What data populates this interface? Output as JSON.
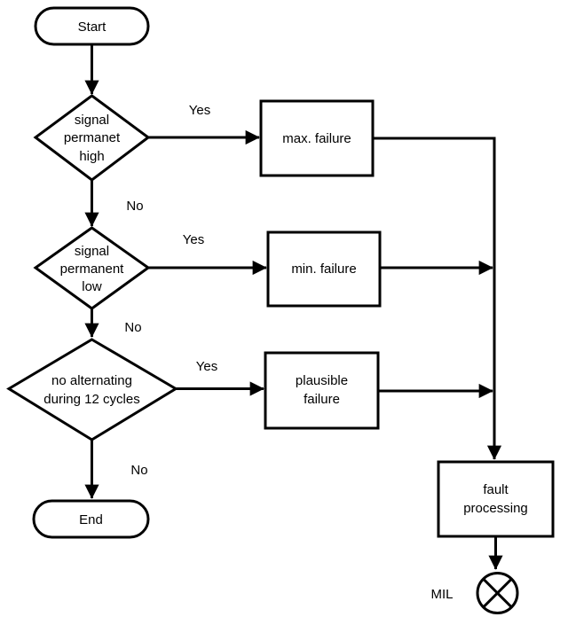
{
  "canvas": {
    "background": "#ffffff",
    "stroke_color": "#000000"
  },
  "nodes": {
    "start": {
      "type": "terminator",
      "label": "Start"
    },
    "decision_signal_high": {
      "type": "decision",
      "lines": [
        "signal",
        "permanet",
        "high"
      ]
    },
    "decision_signal_low": {
      "type": "decision",
      "lines": [
        "signal",
        "permanent",
        "low"
      ]
    },
    "decision_no_alternating": {
      "type": "decision",
      "lines": [
        "no alternating",
        "during 12 cycles"
      ]
    },
    "process_max_failure": {
      "type": "process",
      "label": "max. failure"
    },
    "process_min_failure": {
      "type": "process",
      "label": "min. failure"
    },
    "process_plausible_failure": {
      "type": "process",
      "lines": [
        "plausible",
        "failure"
      ]
    },
    "process_fault_processing": {
      "type": "process",
      "lines": [
        "fault",
        "processing"
      ]
    },
    "end": {
      "type": "terminator",
      "label": "End"
    },
    "mil_lamp": {
      "type": "indicator-lamp",
      "label": "MIL"
    }
  },
  "edge_labels": {
    "yes_high": "Yes",
    "no_high": "No",
    "yes_low": "Yes",
    "no_low": "No",
    "yes_alternating": "Yes",
    "no_alternating": "No"
  }
}
